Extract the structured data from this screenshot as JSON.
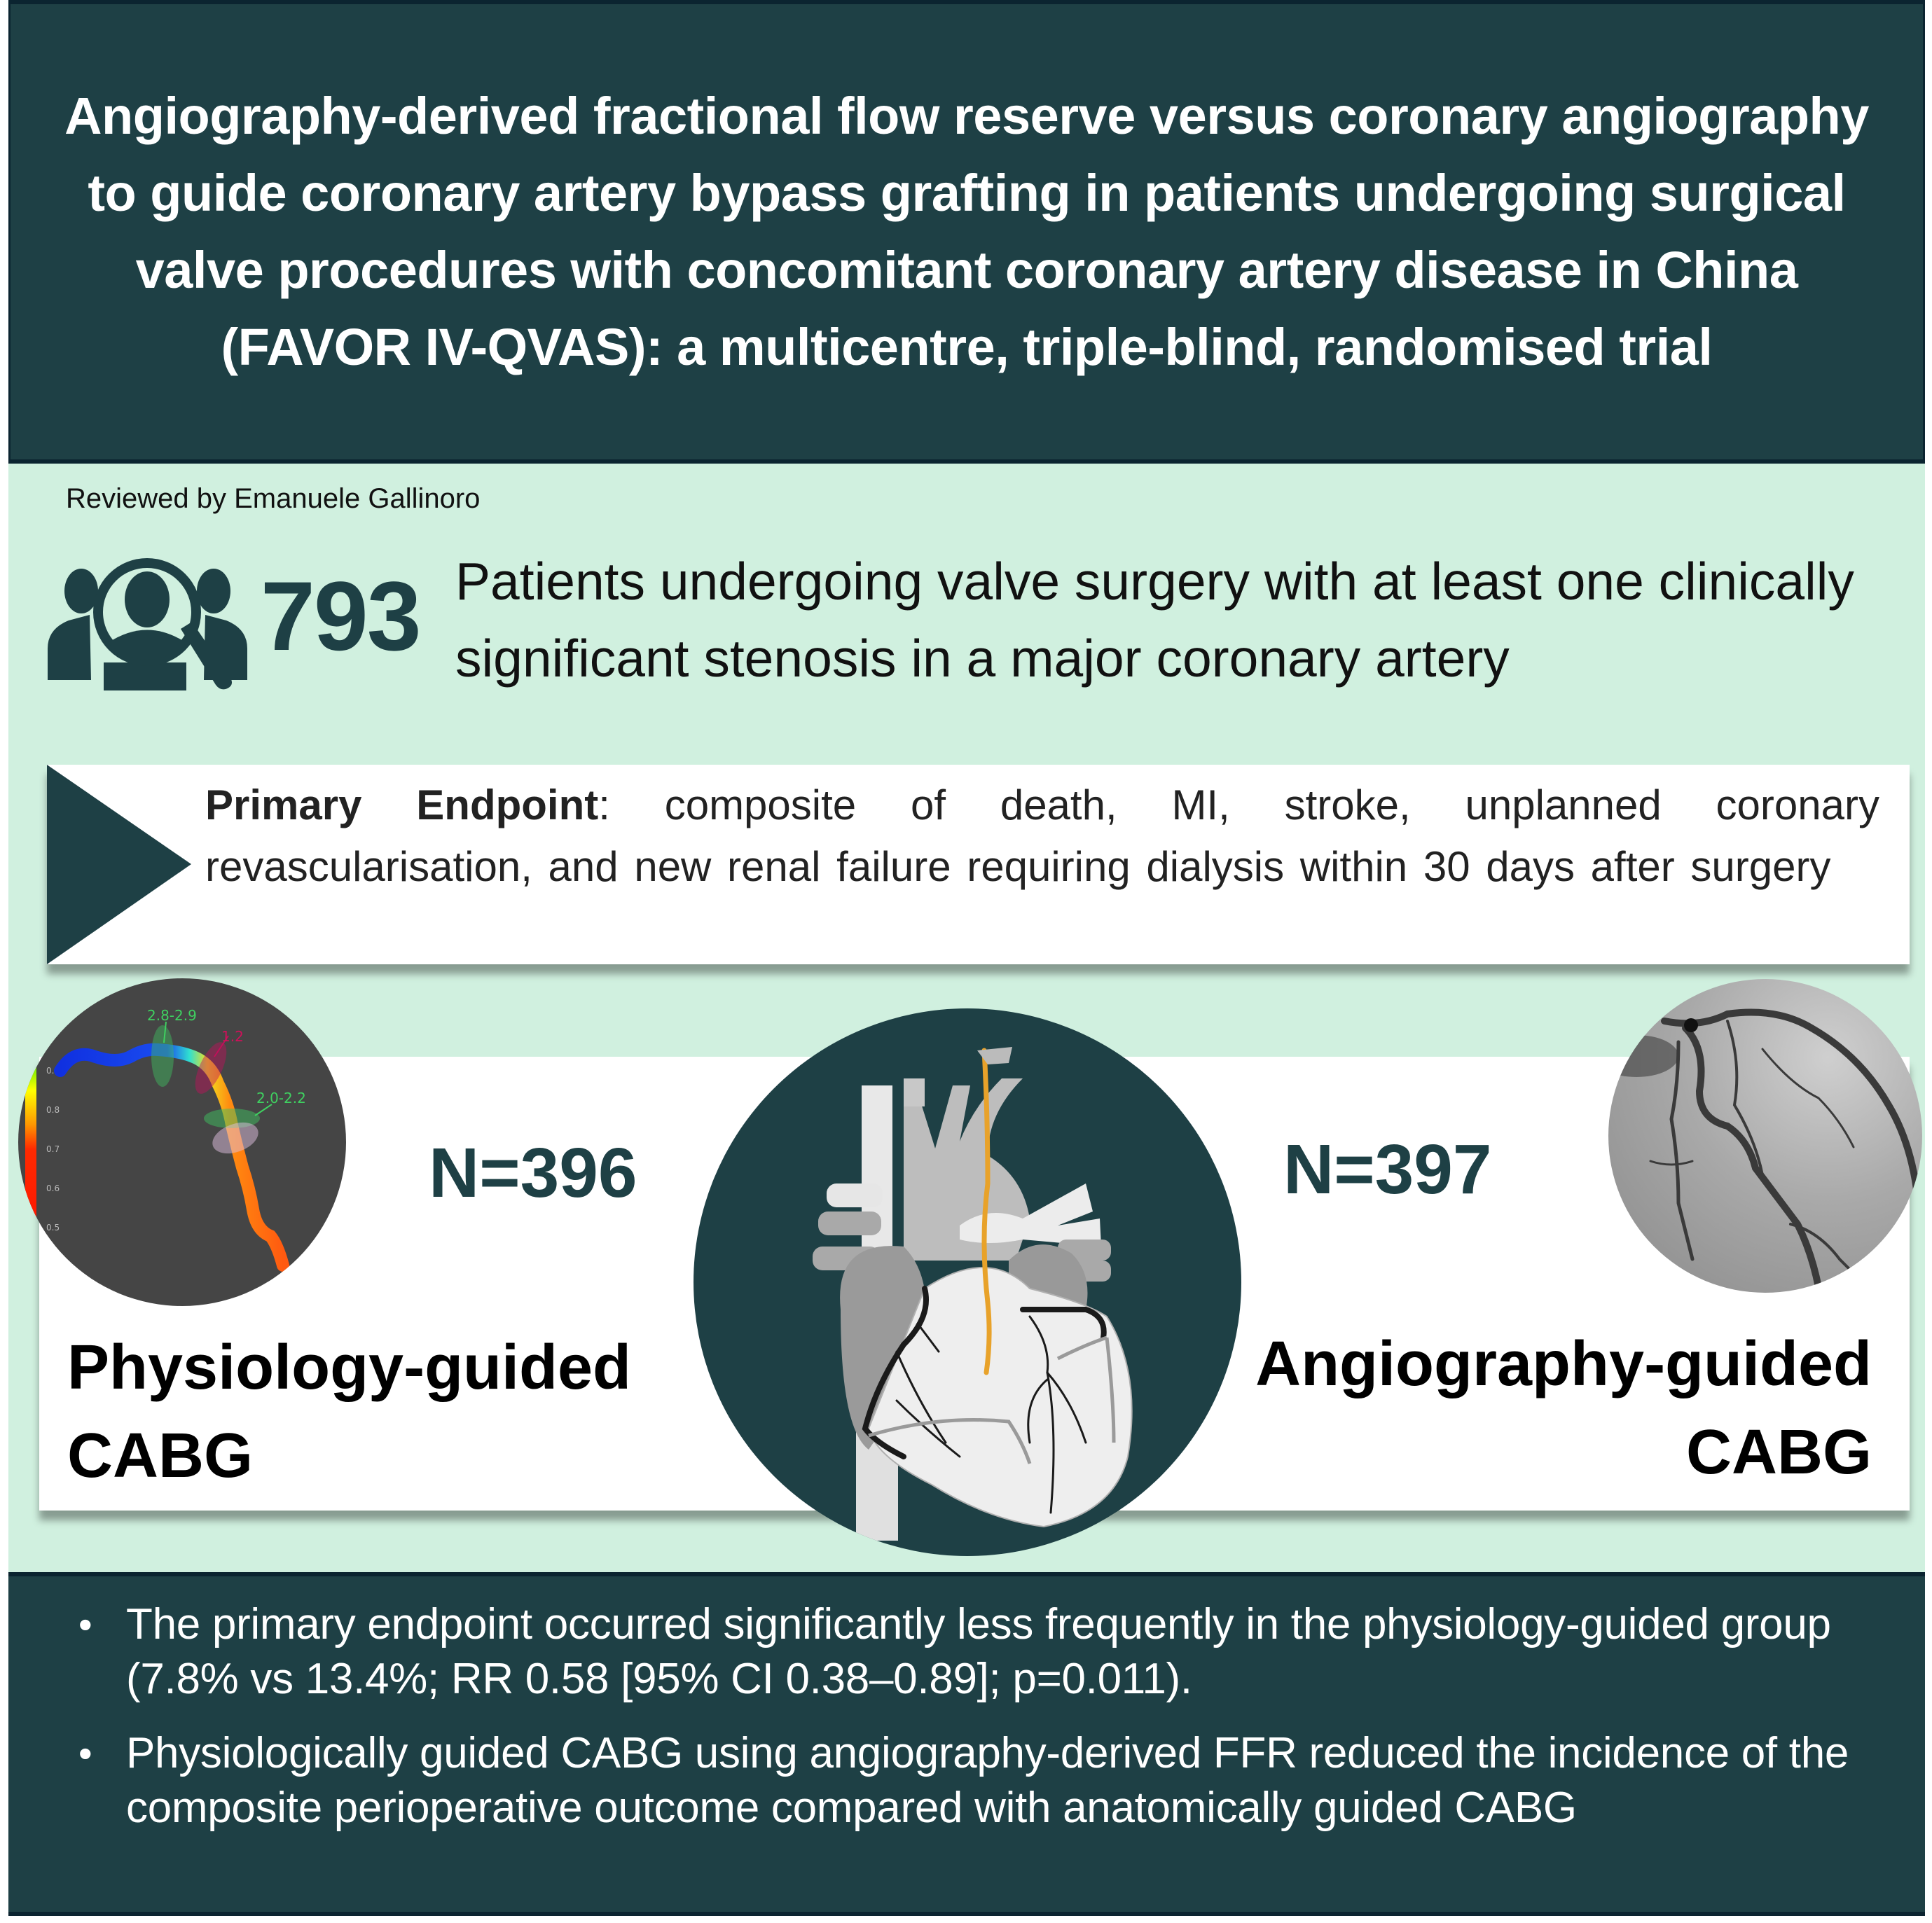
{
  "header": {
    "title": "Angiography-derived fractional flow reserve versus coronary angiography to guide coronary artery bypass grafting in patients undergoing surgical valve procedures with concomitant coronary artery disease in China (FAVOR IV-QVAS): a multicentre, triple-blind, randomised trial"
  },
  "reviewer": {
    "text": "Reviewed by Emanuele Gallinoro"
  },
  "population": {
    "icon": "people-search-icon",
    "count": "793",
    "description": "Patients undergoing valve surgery with at least one clinically significant stenosis in a major coronary artery"
  },
  "endpoint": {
    "label": "Primary Endpoint",
    "text": ": composite of death, MI, stroke, unplanned coronary revascularisation, and new renal failure requiring dialysis within 30 days after surgery"
  },
  "arms": {
    "left": {
      "n": "N=396",
      "title_line1": "Physiology-guided",
      "title_line2": "CABG",
      "image": {
        "type": "qfr-vessel-reconstruction",
        "scale_labels": [
          "0.9",
          "0.8",
          "0.7",
          "0.6",
          "0.5"
        ],
        "annotations": [
          "2.8-2.9",
          "1.2",
          "2.0-2.2"
        ]
      }
    },
    "right": {
      "n": "N=397",
      "title_line1": "Angiography-guided",
      "title_line2": "CABG",
      "image": {
        "type": "coronary-angiogram"
      }
    },
    "center_image": {
      "type": "heart-with-bypass-graft-illustration"
    }
  },
  "results": {
    "bullets": [
      "The primary endpoint occurred significantly less frequently in the physiology-guided group (7.8% vs 13.4%; RR 0.58 [95% CI 0.38–0.89]; p=0.011).",
      "Physiologically guided CABG using angiography-derived FFR reduced the incidence of the composite perioperative outcome compared with anatomically guided CABG"
    ]
  },
  "colors": {
    "primary_dark": "#1e4045",
    "background_mint": "#d0f0df",
    "border_dark": "#0b2430",
    "graft_orange": "#e8a22a"
  }
}
